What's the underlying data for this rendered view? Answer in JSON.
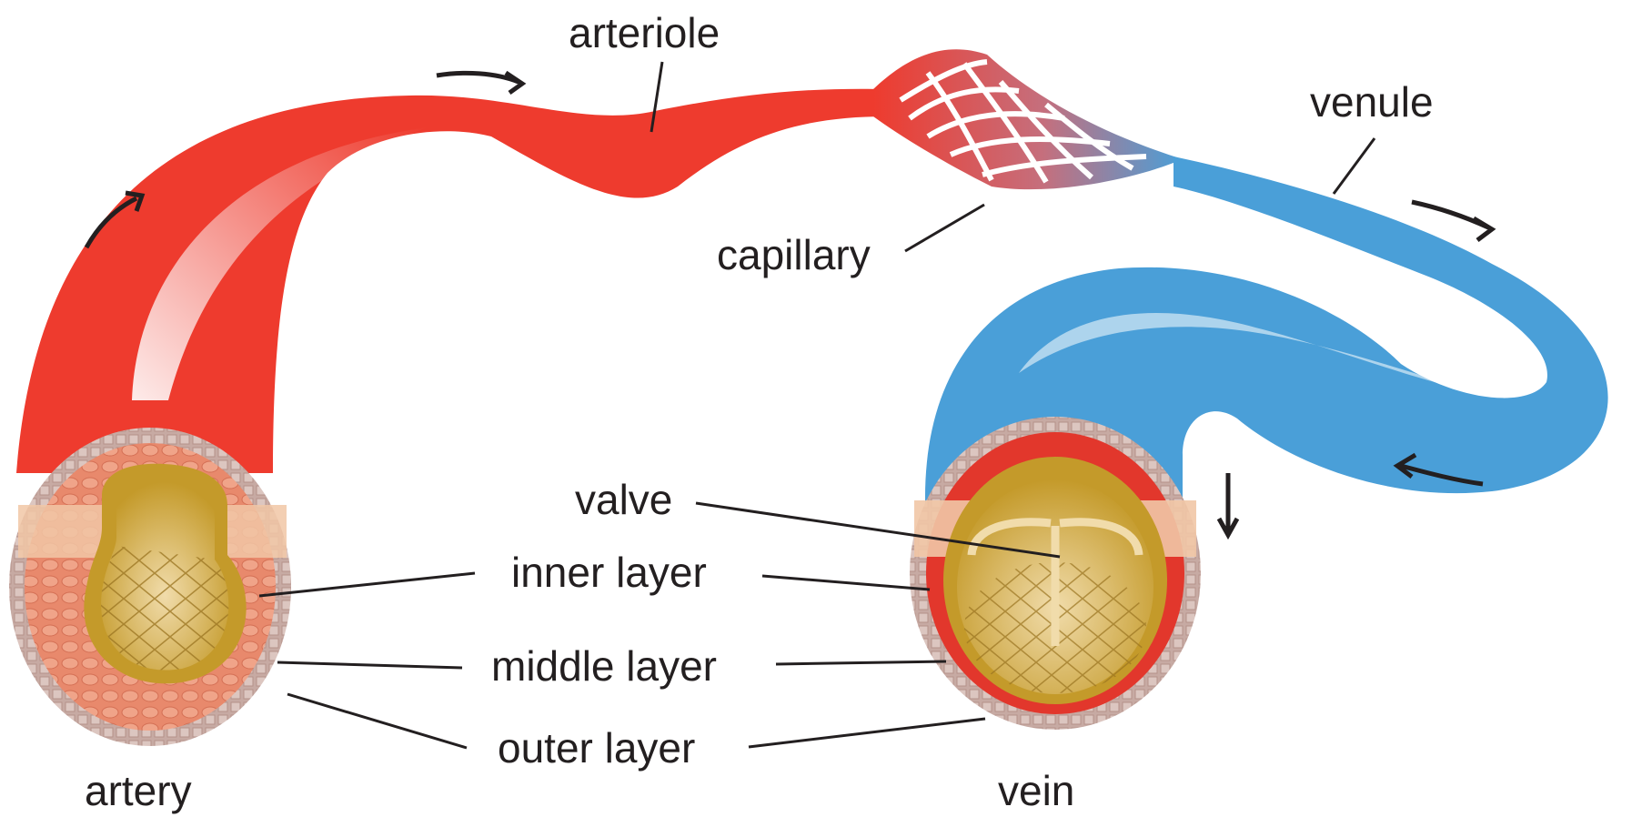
{
  "labels": {
    "arteriole": "arteriole",
    "venule": "venule",
    "capillary": "capillary",
    "valve": "valve",
    "inner_layer": "inner layer",
    "middle_layer": "middle layer",
    "outer_layer": "outer layer",
    "artery": "artery",
    "vein": "vein"
  },
  "colors": {
    "artery": "#ee3b2e",
    "vein": "#4a9fd8",
    "lumen": "#c49a2a",
    "middle_layer_artery": "#e8896c",
    "middle_layer_vein": "#e2372c",
    "outer_layer": "#c7aaa3",
    "leader_line": "#231f20"
  },
  "icons": [
    "flow-arrow-icon"
  ]
}
